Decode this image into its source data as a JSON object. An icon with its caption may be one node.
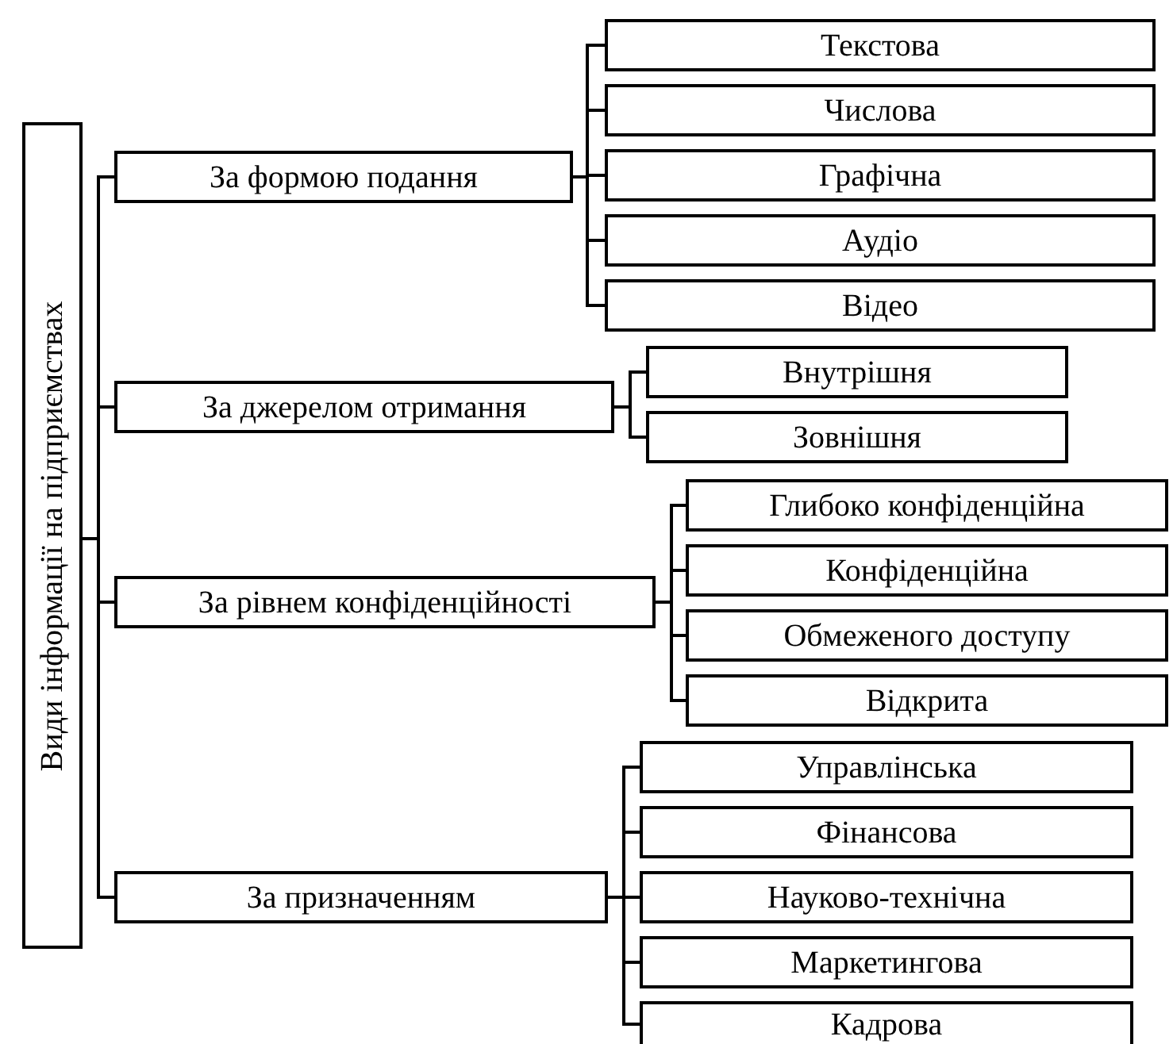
{
  "diagram": {
    "nodes": [
      {
        "text": [
          "Види інформації на підприємствах"
        ]
      },
      {
        "text": [
          "За формою подання"
        ]
      },
      {
        "text": [
          "Текстова"
        ]
      },
      {
        "text": [
          "Числова"
        ]
      },
      {
        "text": [
          "Графічна"
        ]
      },
      {
        "text": [
          "Аудіо"
        ]
      },
      {
        "text": [
          "Відео"
        ]
      },
      {
        "text": [
          "За джерелом отримання"
        ]
      },
      {
        "text": [
          "Внутрішня"
        ]
      },
      {
        "text": [
          "Зовнішня"
        ]
      },
      {
        "text": [
          "За рівнем конфіденційності"
        ]
      },
      {
        "text": [
          "Глибоко конфіденційна"
        ]
      },
      {
        "text": [
          "Конфіденційна"
        ]
      },
      {
        "text": [
          "Обмеженого доступу"
        ]
      },
      {
        "text": [
          "Відкрита"
        ]
      },
      {
        "text": [
          "За призначенням"
        ]
      },
      {
        "text": [
          "Управлінська"
        ]
      },
      {
        "text": [
          "Фінансова"
        ]
      },
      {
        "text": [
          "Науково-технічна"
        ]
      },
      {
        "text": [
          "Маркетингова"
        ]
      },
      {
        "text": [
          "Кадрова"
        ]
      }
    ],
    "edges": [
      {
        "from": 0,
        "to": 1,
        "arrow": "none"
      },
      {
        "from": 1,
        "to": 2,
        "arrow": "none"
      },
      {
        "from": 1,
        "to": 3,
        "arrow": "none"
      },
      {
        "from": 1,
        "to": 4,
        "arrow": "none"
      },
      {
        "from": 1,
        "to": 5,
        "arrow": "none"
      },
      {
        "from": 1,
        "to": 6,
        "arrow": "none"
      },
      {
        "from": 0,
        "to": 7,
        "arrow": "none"
      },
      {
        "from": 7,
        "to": 8,
        "arrow": "none"
      },
      {
        "from": 7,
        "to": 9,
        "arrow": "none"
      },
      {
        "from": 0,
        "to": 10,
        "arrow": "none"
      },
      {
        "from": 10,
        "to": 11,
        "arrow": "none"
      },
      {
        "from": 10,
        "to": 12,
        "arrow": "none"
      },
      {
        "from": 10,
        "to": 13,
        "arrow": "none"
      },
      {
        "from": 10,
        "to": 14,
        "arrow": "none"
      },
      {
        "from": 0,
        "to": 15,
        "arrow": "none"
      },
      {
        "from": 15,
        "to": 16,
        "arrow": "none"
      },
      {
        "from": 15,
        "to": 17,
        "arrow": "none"
      },
      {
        "from": 15,
        "to": 18,
        "arrow": "none"
      },
      {
        "from": 15,
        "to": 19,
        "arrow": "none"
      },
      {
        "from": 15,
        "to": 20,
        "arrow": "none"
      }
    ]
  }
}
